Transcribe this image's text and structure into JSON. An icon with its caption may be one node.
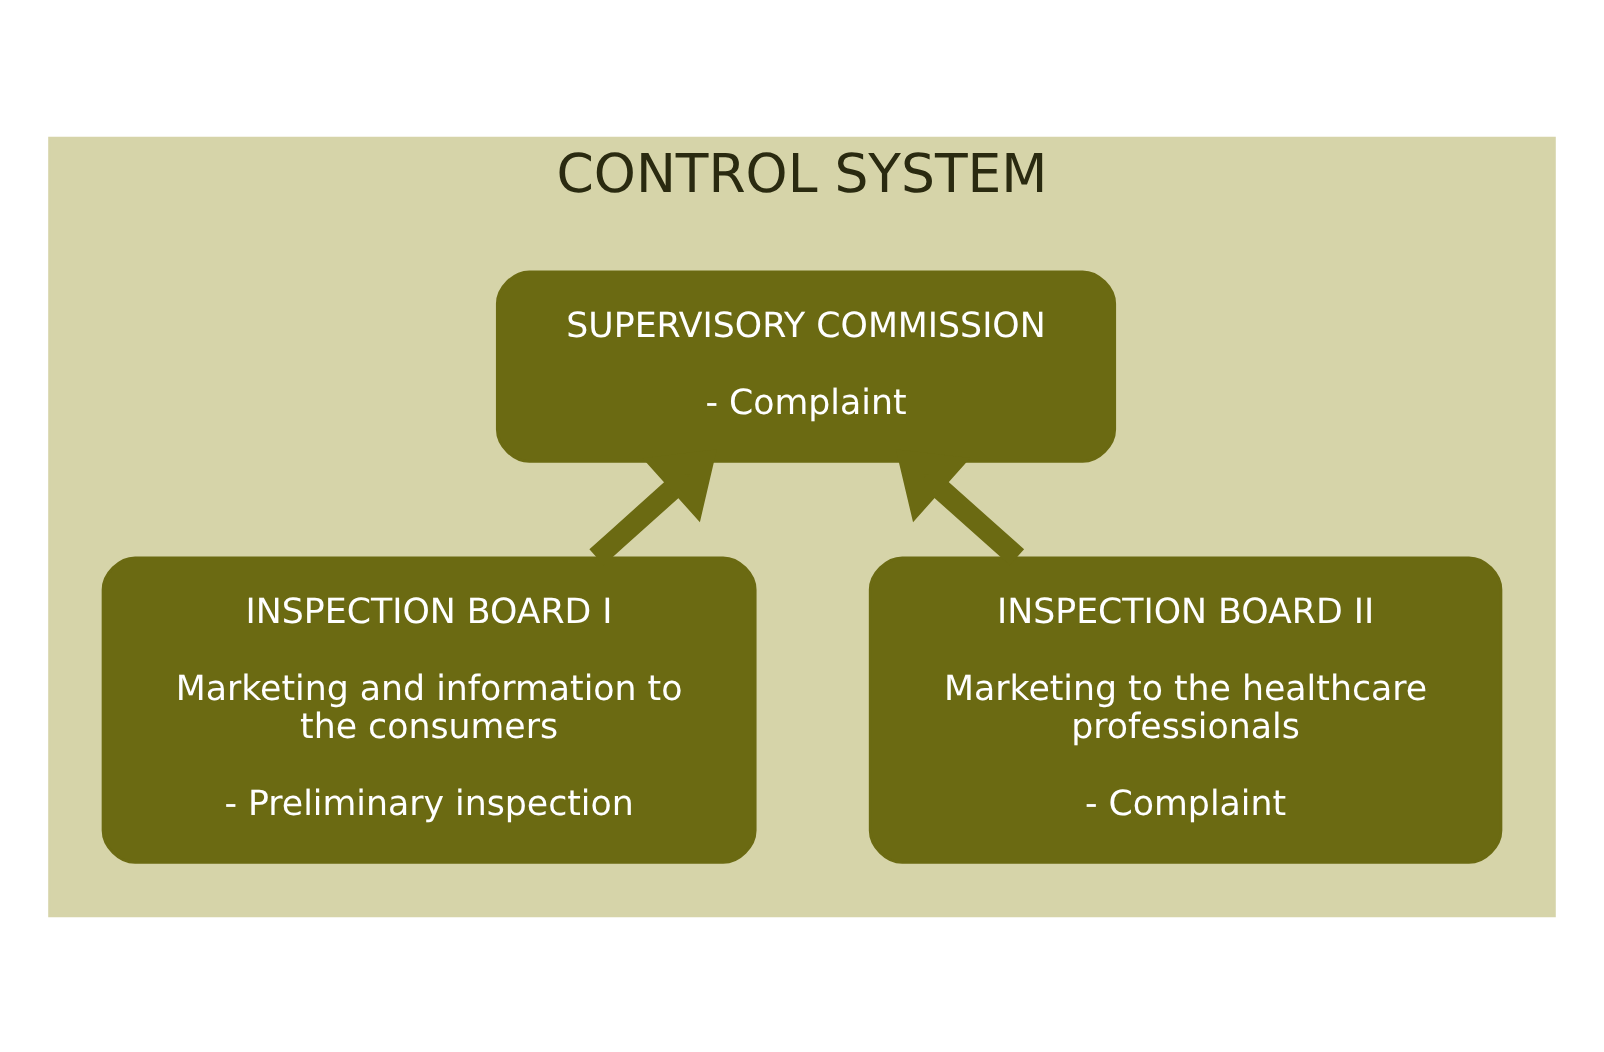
{
  "diagram": {
    "nodes": [
      {
        "text": [
          "CONTROL SYSTEM"
        ]
      },
      {
        "text": [
          "SUPERVISORY COMMISSION",
          "- Complaint"
        ],
        "in": 0
      },
      {
        "text": [
          "INSPECTION BOARD I",
          "Marketing and information to the consumers",
          "- Preliminary inspection"
        ],
        "in": 0
      },
      {
        "text": [
          "INSPECTION BOARD II",
          "Marketing to the healthcare professionals",
          "- Complaint"
        ],
        "in": 0
      }
    ],
    "edges": [
      {
        "from": 2,
        "to": 1,
        "arrow": "to"
      },
      {
        "from": 3,
        "to": 1,
        "arrow": "to"
      }
    ]
  }
}
